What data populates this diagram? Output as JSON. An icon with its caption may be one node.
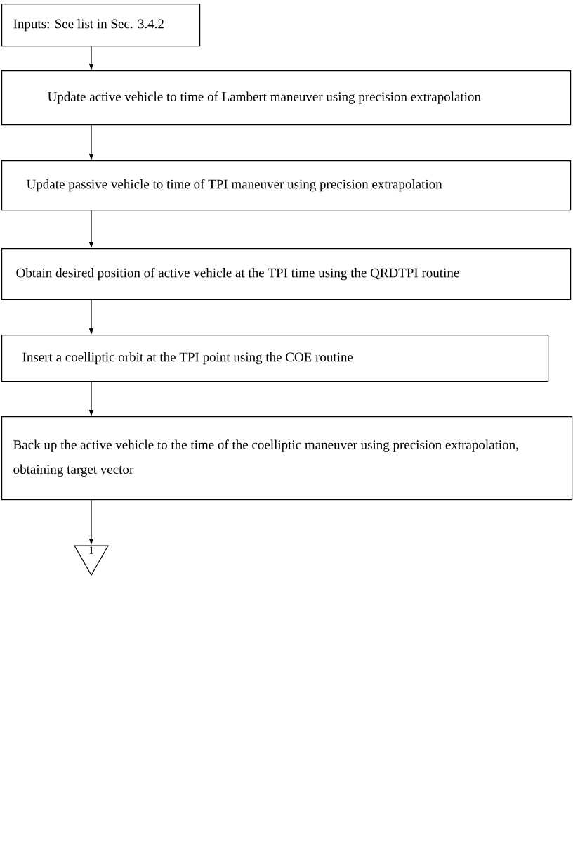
{
  "diagram": {
    "nodes": [
      {
        "text": [
          "Inputs: See list in Sec. 3.4.2"
        ]
      },
      {
        "text": [
          "Update active vehicle to time of Lambert maneuver using precision extrapolation"
        ]
      },
      {
        "text": [
          "Update passive vehicle to time of TPI maneuver using precision extrapolation"
        ]
      },
      {
        "text": [
          "Obtain desired position of active vehicle at the TPI time using the QRDTPI routine"
        ]
      },
      {
        "text": [
          "Insert a coelliptic orbit at the TPI point using the COE routine"
        ]
      },
      {
        "text": [
          "Back up the active vehicle to the time of the coelliptic maneuver using precision extrapolation, obtaining target vector"
        ]
      },
      {
        "text": [
          "1"
        ]
      }
    ],
    "edges": [
      {
        "from": 0,
        "to": 1,
        "arrow": "to"
      },
      {
        "from": 1,
        "to": 2,
        "arrow": "to"
      },
      {
        "from": 2,
        "to": 3,
        "arrow": "to"
      },
      {
        "from": 3,
        "to": 4,
        "arrow": "to"
      },
      {
        "from": 4,
        "to": 5,
        "arrow": "to"
      },
      {
        "from": 5,
        "to": 6,
        "arrow": "to"
      }
    ]
  }
}
